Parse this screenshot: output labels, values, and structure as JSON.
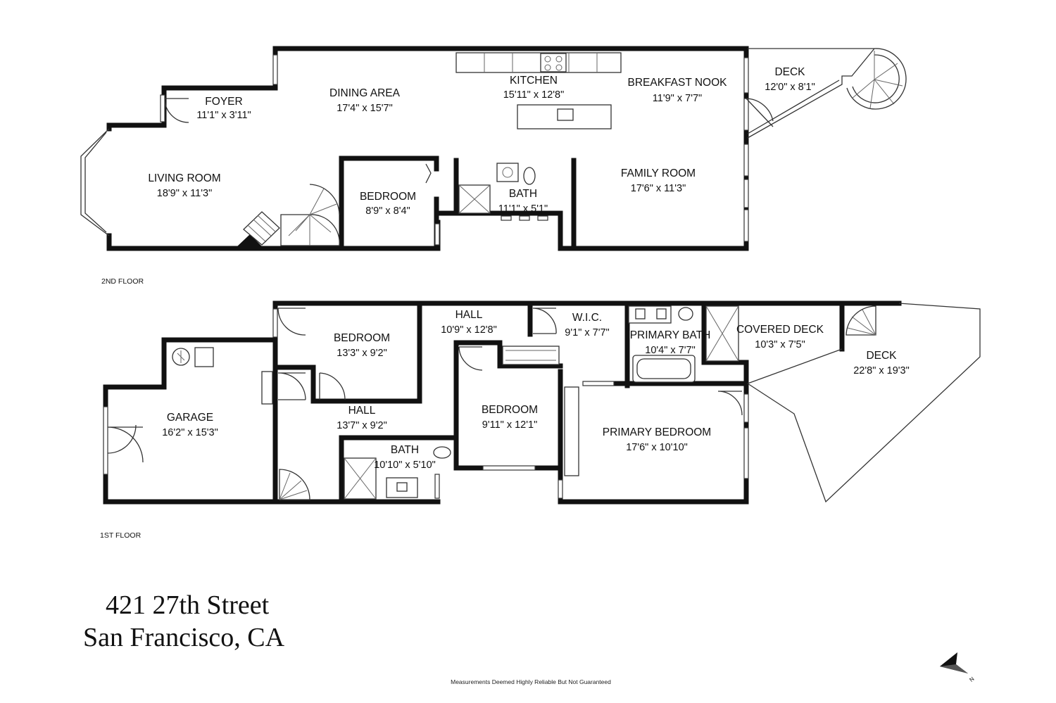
{
  "floors": [
    {
      "label": "2ND FLOOR",
      "rooms": [
        {
          "name": "FOYER",
          "dims": "11'1\" x 3'11\""
        },
        {
          "name": "DINING AREA",
          "dims": "17'4\" x 15'7\""
        },
        {
          "name": "KITCHEN",
          "dims": "15'11\" x 12'8\""
        },
        {
          "name": "BREAKFAST NOOK",
          "dims": "11'9\" x 7'7\""
        },
        {
          "name": "DECK",
          "dims": "12'0\" x 8'1\""
        },
        {
          "name": "LIVING ROOM",
          "dims": "18'9\" x 11'3\""
        },
        {
          "name": "BEDROOM",
          "dims": "8'9\" x 8'4\""
        },
        {
          "name": "BATH",
          "dims": "11'1\" x 5'1\""
        },
        {
          "name": "FAMILY ROOM",
          "dims": "17'6\" x 11'3\""
        }
      ]
    },
    {
      "label": "1ST FLOOR",
      "rooms": [
        {
          "name": "BEDROOM",
          "dims": "13'3\" x 9'2\""
        },
        {
          "name": "HALL",
          "dims": "10'9\" x 12'8\""
        },
        {
          "name": "W.I.C.",
          "dims": "9'1\" x 7'7\""
        },
        {
          "name": "PRIMARY BATH",
          "dims": "10'4\" x 7'7\""
        },
        {
          "name": "COVERED DECK",
          "dims": "10'3\" x 7'5\""
        },
        {
          "name": "DECK",
          "dims": "22'8\" x 19'3\""
        },
        {
          "name": "GARAGE",
          "dims": "16'2\" x 15'3\""
        },
        {
          "name": "HALL",
          "dims": "13'7\" x 9'2\""
        },
        {
          "name": "BEDROOM",
          "dims": "9'11\" x 12'1\""
        },
        {
          "name": "PRIMARY BEDROOM",
          "dims": "17'6\" x 10'10\""
        },
        {
          "name": "BATH",
          "dims": "10'10\" x 5'10\""
        }
      ]
    }
  ],
  "address": {
    "line1": "421 27th Street",
    "line2": "San Francisco, CA"
  },
  "disclaimer": "Measurements Deemed Highly Reliable But Not Guaranteed",
  "compass": {
    "label": "N",
    "icon": "north-arrow-icon"
  }
}
